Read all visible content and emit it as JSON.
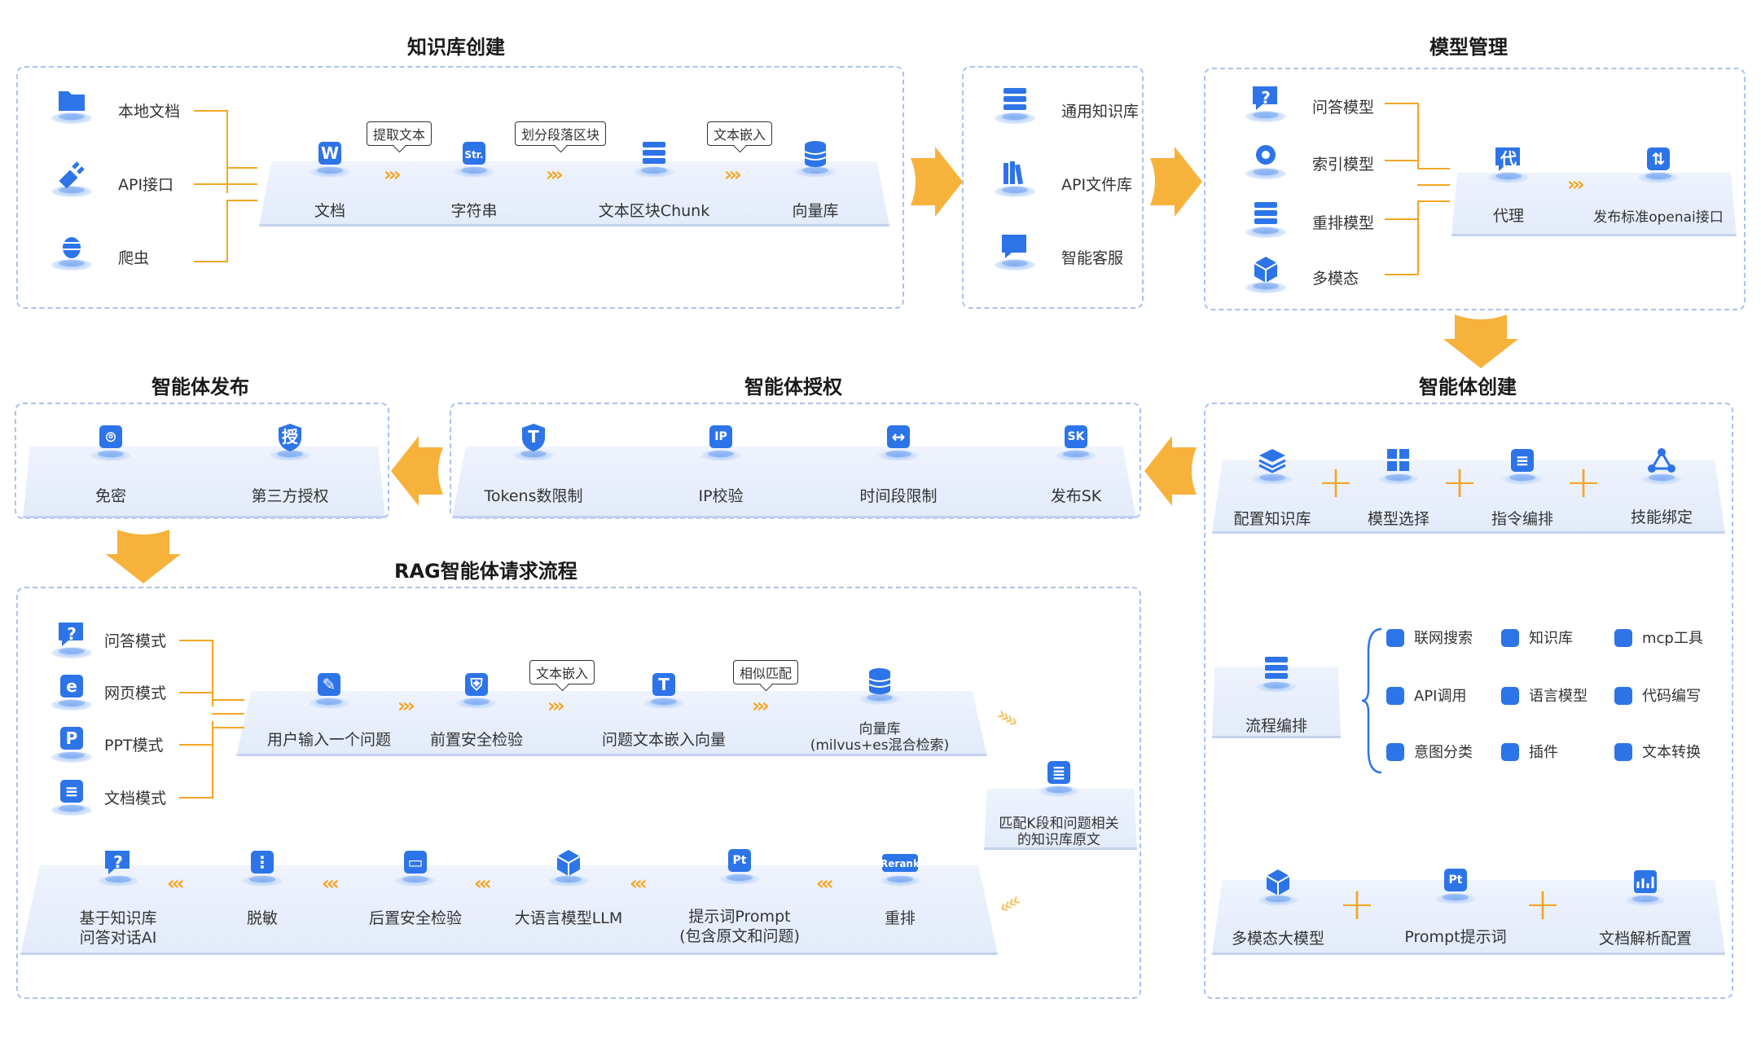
{
  "sections": {
    "kb_create": "知识库创建",
    "model_mgmt": "模型管理",
    "agent_publish": "智能体发布",
    "agent_auth": "智能体授权",
    "agent_create": "智能体创建",
    "rag_flow": "RAG智能体请求流程"
  },
  "kb": {
    "sources": [
      "本地文档",
      "API接口",
      "爬虫"
    ],
    "steps": [
      "文档",
      "字符串",
      "文本区块Chunk",
      "向量库"
    ],
    "bubbles": [
      "提取文本",
      "划分段落区块",
      "文本嵌入"
    ]
  },
  "apps": [
    "通用知识库",
    "API文件库",
    "智能客服"
  ],
  "models": {
    "list": [
      "问答模型",
      "索引模型",
      "重排模型",
      "多模态"
    ],
    "proxy": "代理",
    "publish": "发布标准openai接口"
  },
  "publish": [
    "免密",
    "第三方授权"
  ],
  "auth": [
    "Tokens数限制",
    "IP校验",
    "时间段限制",
    "发布SK"
  ],
  "create": {
    "row1": [
      "配置知识库",
      "模型选择",
      "指令编排",
      "技能绑定"
    ],
    "flow": "流程编排",
    "tools": [
      "联网搜索",
      "知识库",
      "mcp工具",
      "API调用",
      "语言模型",
      "代码编写",
      "意图分类",
      "插件",
      "文本转换"
    ],
    "row3": [
      "多模态大模型",
      "Prompt提示词",
      "文档解析配置"
    ]
  },
  "rag": {
    "modes": [
      "问答模式",
      "网页模式",
      "PPT模式",
      "文档模式"
    ],
    "top": [
      "用户输入一个问题",
      "前置安全检验",
      "问题文本嵌入向量"
    ],
    "vector": [
      "向量库",
      "(milvus+es混合检索)"
    ],
    "bubbles": [
      "文本嵌入",
      "相似匹配"
    ],
    "match": [
      "匹配K段和问题相关",
      "的知识库原文"
    ],
    "bottom": [
      "基于知识库",
      "问答对话AI",
      "脱敏",
      "后置安全检验",
      "大语言模型LLM",
      "提示词Prompt",
      "(包含原文和问题)",
      "重排"
    ]
  },
  "icons": {
    "kb_sources": [
      "folder-icon",
      "plug-icon",
      "bug-icon"
    ],
    "kb_steps": [
      "word-icon",
      "str-icon",
      "chunk-icon",
      "database-icon"
    ],
    "apps": [
      "server-icon",
      "books-icon",
      "chat-icon"
    ],
    "models": [
      "question-icon",
      "gear-icon",
      "sort-icon",
      "cube-icon"
    ],
    "proxy": "proxy-icon",
    "publish": "api-icon",
    "publish_sec": [
      "wallet-icon",
      "shield-icon"
    ],
    "auth": [
      "token-icon",
      "ip-icon",
      "calendar-icon",
      "sk-icon"
    ],
    "create_row1": [
      "layers-icon",
      "grid-icon",
      "doc-icon",
      "nodes-icon"
    ],
    "flow": "flow-icon",
    "create_row3": [
      "cube-icon",
      "pt-icon",
      "chart-icon"
    ],
    "rag_modes": [
      "chat-icon",
      "web-icon",
      "ppt-icon",
      "doc-icon"
    ],
    "rag_top": [
      "edit-icon",
      "shield-icon",
      "text-icon",
      "database-icon"
    ],
    "rag_match": "list-icon",
    "rag_bottom": [
      "ai-chat-icon",
      "mask-icon",
      "screen-icon",
      "llm-icon",
      "pt-icon",
      "rerank-icon"
    ],
    "rerank_text": "Rerank",
    "pt_text": "Pt",
    "str_text": "Str.",
    "word_text": "W",
    "ip_text": "IP",
    "sk_text": "SK",
    "auth_text": "授",
    "token_text": "T",
    "proxy_text": "代"
  },
  "colors": {
    "accent": "#2d74e8",
    "arrow": "#f5a623",
    "panel_border": "#a9c3ec"
  }
}
